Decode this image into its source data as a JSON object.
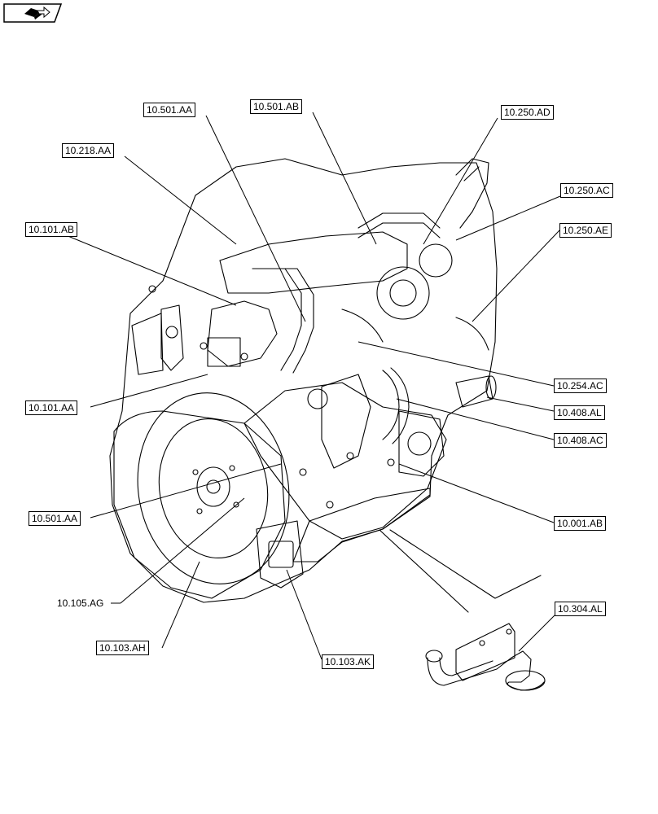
{
  "diagram": {
    "nav_icon": "book-arrow-icon",
    "line_color": "#000000",
    "callouts": {
      "c_501_aa_top": "10.501.AA",
      "c_501_ab": "10.501.AB",
      "c_250_ad": "10.250.AD",
      "c_218_aa": "10.218.AA",
      "c_250_ac": "10.250.AC",
      "c_101_ab": "10.101.AB",
      "c_250_ae": "10.250.AE",
      "c_254_ac": "10.254.AC",
      "c_101_aa": "10.101.AA",
      "c_408_al": "10.408.AL",
      "c_408_ac": "10.408.AC",
      "c_501_aa_bottom": "10.501.AA",
      "c_001_ab": "10.001.AB",
      "c_105_ag": "10.105.AG",
      "c_304_al": "10.304.AL",
      "c_103_ah": "10.103.AH",
      "c_103_ak": "10.103.AK"
    }
  }
}
